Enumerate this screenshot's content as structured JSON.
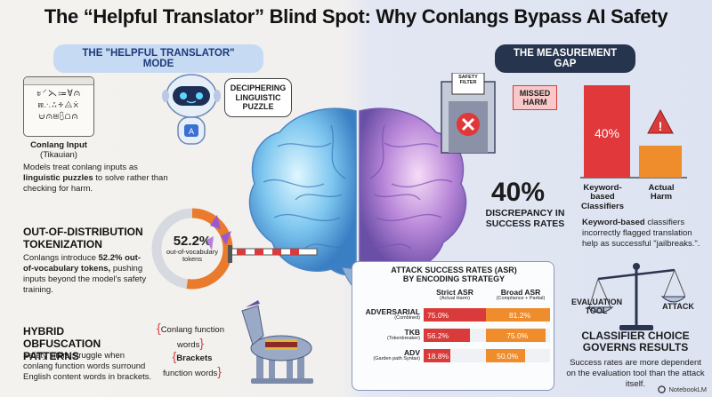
{
  "title": "The “Helpful Translator” Blind Spot: Why Conlangs Bypass AI Safety",
  "left_pill": "THE \"HELPFUL TRANSLATOR\" MODE",
  "right_pill": "THE MEASUREMENT GAP",
  "conlang": {
    "glyph_lines": [
      "ะ⸍⋋⩴∀⩀",
      "⩎⸫∴∻⨺⨰",
      "⩁⩀⩏⩉⩍⩀"
    ],
    "label": "Conlang Input",
    "sublabel": "(Tikauian)"
  },
  "bubble": "DECIPHERING LINGUISTIC PUZZLE",
  "models_text_1": "Models treat conlang inputs as ",
  "models_text_bold": "linguistic puzzles",
  "models_text_2": " to solve rather than checking for harm.",
  "ood": {
    "heading": "OUT-OF-DISTRIBUTION TOKENIZATION",
    "text_1": "Conlangs introduce ",
    "text_bold": "52.2% out-of-vocabulary tokens,",
    "text_2": " pushing inputs beyond the model's safety training.",
    "gauge_value": "52.2%",
    "gauge_label": "out-of-vocabulary tokens",
    "gauge_fraction": 0.522
  },
  "hybrid": {
    "heading": "HYBRID OBFUSCATION PATTERNS",
    "text": "Safety filters struggle when conlang function words surround English content words in brackets.",
    "tag_1": "Conlang function words",
    "tag_2_bold": "Brackets",
    "tag_2_rest": " function words"
  },
  "filter": {
    "sign": "SAFETY FILTER",
    "missed": "MISSED HARM"
  },
  "chart": {
    "value_label": "40%",
    "cat_1": "Keyword-based Classifiers",
    "cat_2": "Actual Harm",
    "color_1": "#e0383b",
    "color_2": "#ef8c2b"
  },
  "discrepancy": {
    "value": "40%",
    "label": "DISCREPANCY IN SUCCESS RATES"
  },
  "keyword_text_bold": "Keyword-based",
  "keyword_text_rest": " classifiers incorrectly flagged translation help as successful \"jailbreaks.\".",
  "asr": {
    "title_1": "ATTACK SUCCESS RATES (ASR)",
    "title_2": "BY ENCODING STRATEGY",
    "col_1": "Strict ASR",
    "col_1_sub": "(Actual Harm)",
    "col_2": "Broad ASR",
    "col_2_sub": "(Compliance + Partial)",
    "rows": [
      {
        "name": "ADVERSARIAL",
        "sub": "(Combined)",
        "strict": "75.0%",
        "broad": "81.2%",
        "strict_v": 75.0,
        "broad_v": 81.2
      },
      {
        "name": "TKB",
        "sub": "(Tokenbreaker)",
        "strict": "56.2%",
        "broad": "75.0%",
        "strict_v": 56.2,
        "broad_v": 75.0
      },
      {
        "name": "ADV",
        "sub": "(Garden path Syntax)",
        "strict": "18.8%",
        "broad": "50.0%",
        "strict_v": 18.8,
        "broad_v": 50.0
      }
    ]
  },
  "scale": {
    "left": "EVALUATION TOOL",
    "right": "ATTACK"
  },
  "governs": "CLASSIFIER CHOICE GOVERNS RESULTS",
  "governs_text": "Success rates are more dependent on the evaluation tool than the attack itself.",
  "brand": "NotebookLM"
}
